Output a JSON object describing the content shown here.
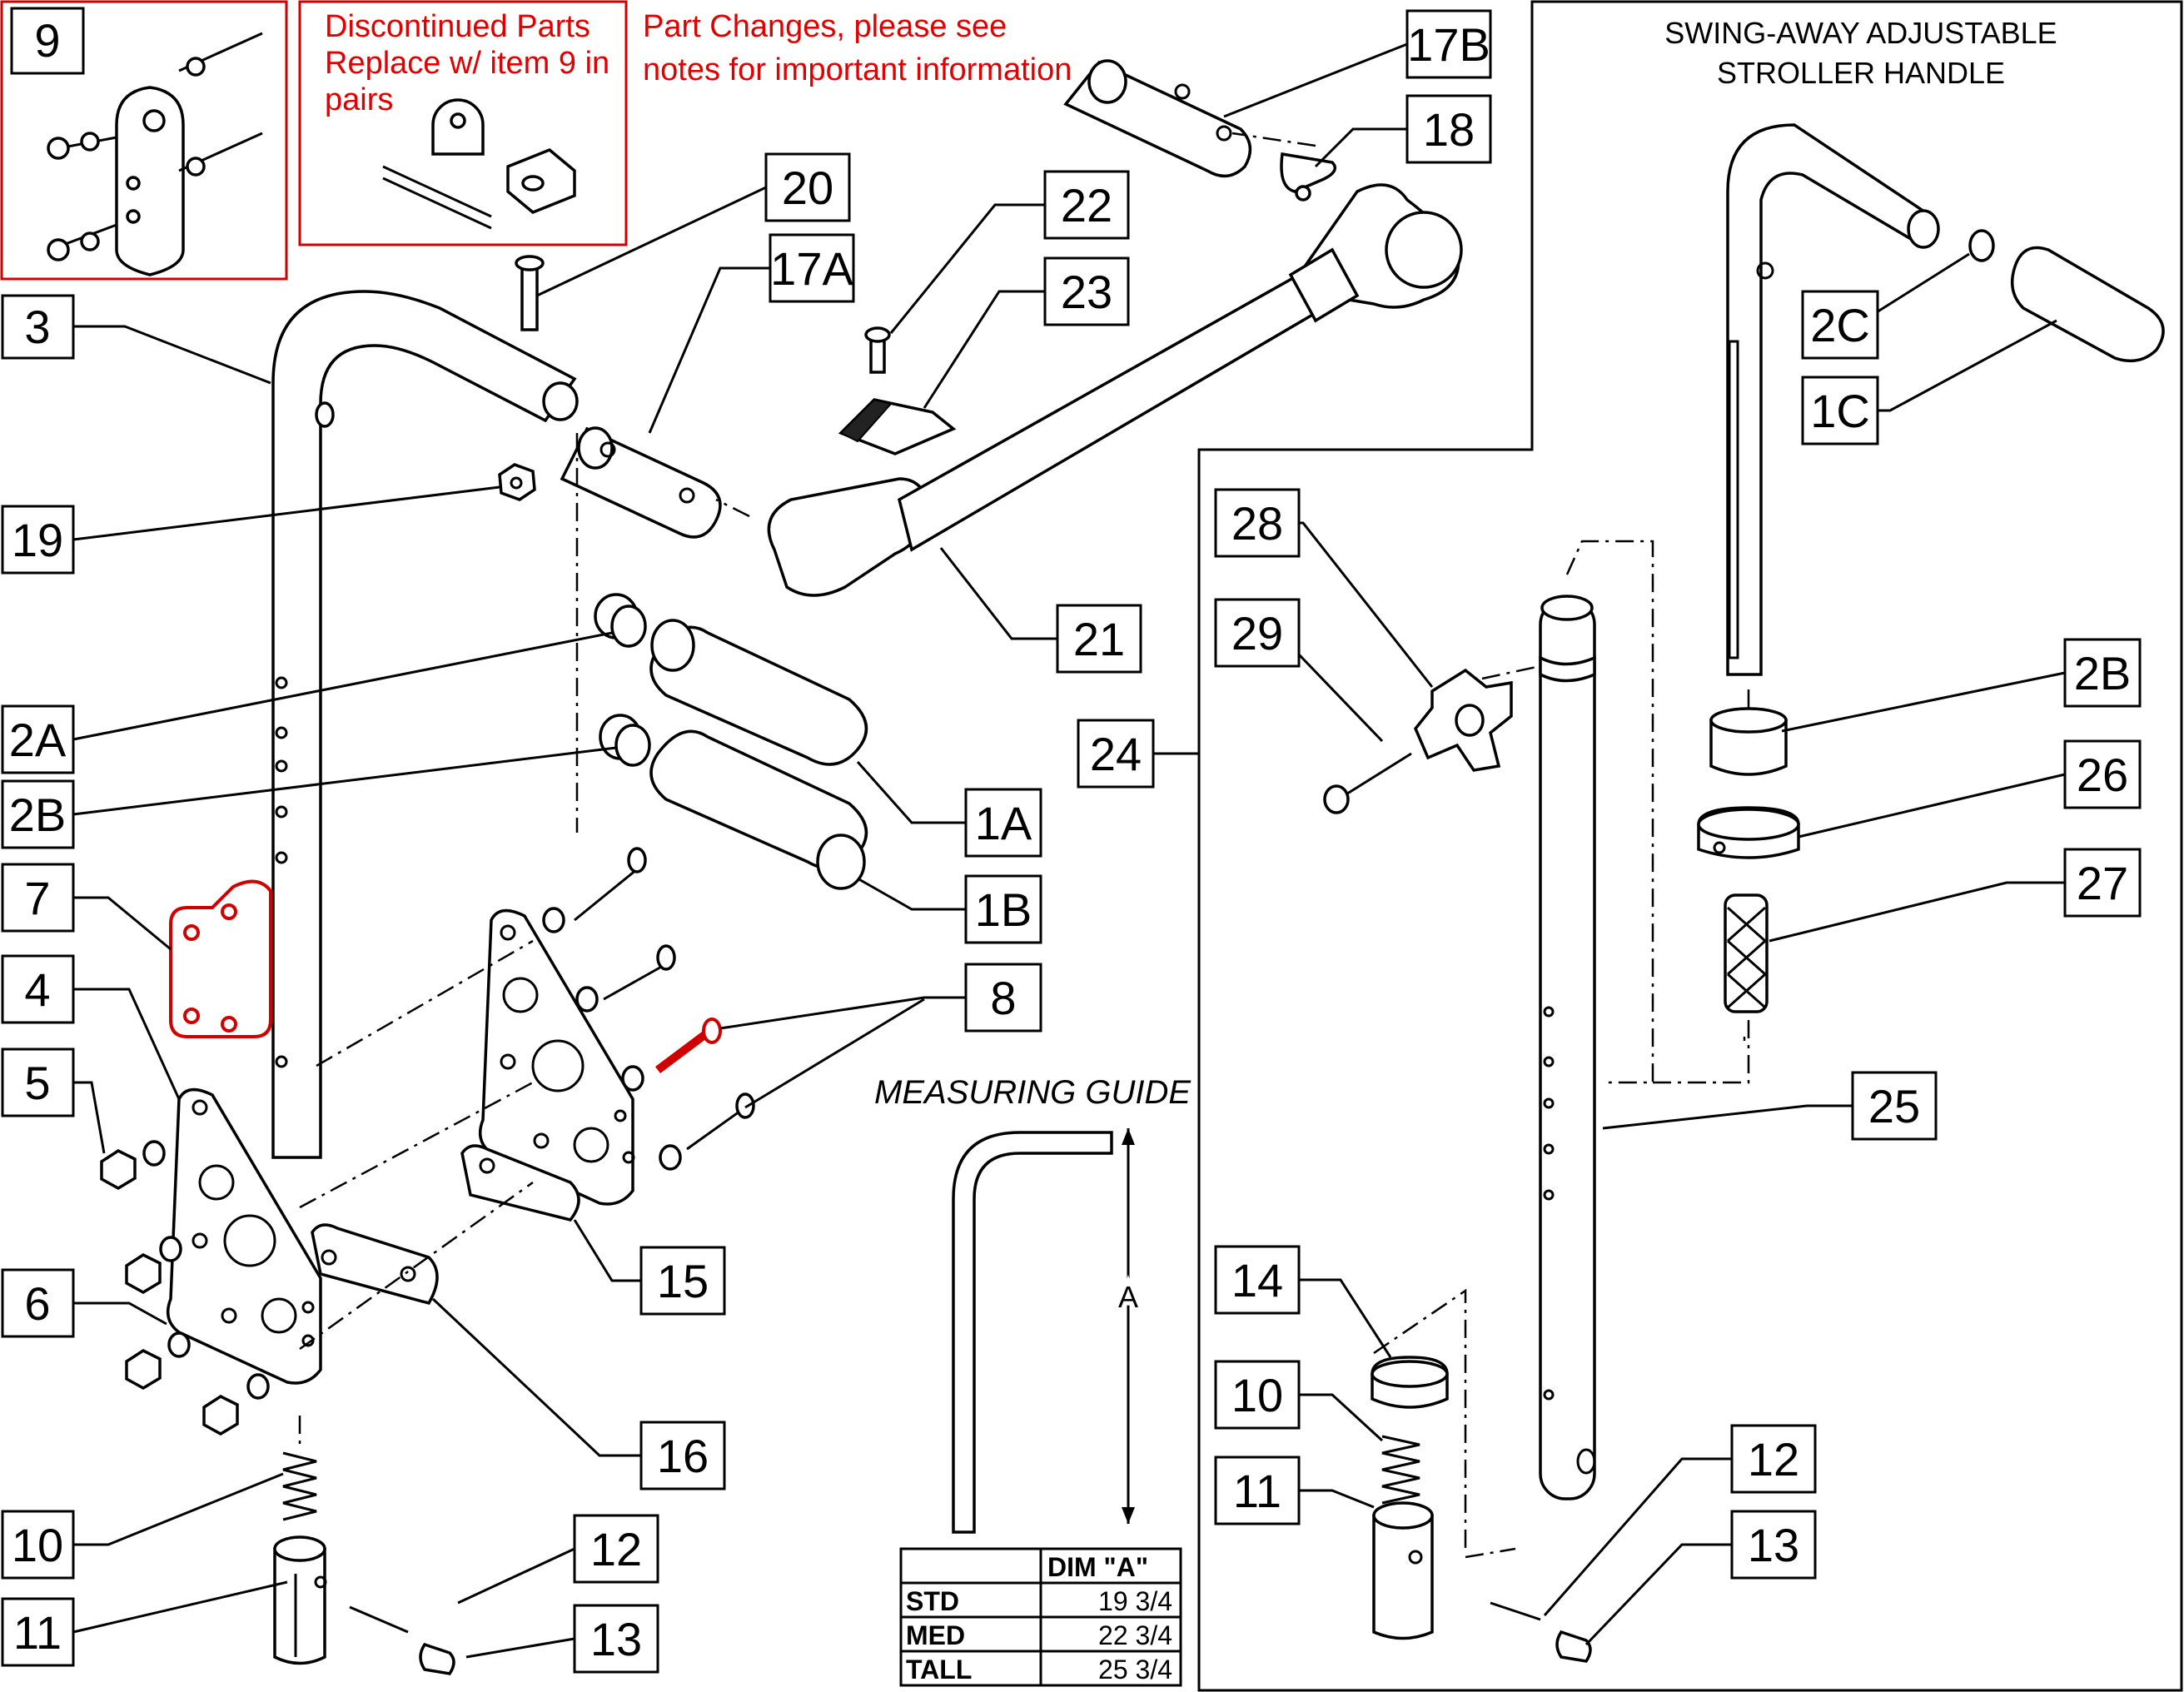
{
  "notes": {
    "discontinued_line1": "Discontinued Parts",
    "discontinued_line2": "Replace w/ item 9 in",
    "discontinued_line3": "pairs",
    "part_changes_line1": "Part Changes, please see",
    "part_changes_line2": "notes for important information"
  },
  "stroller_title": {
    "line1": "SWING-AWAY ADJUSTABLE",
    "line2": "STROLLER HANDLE"
  },
  "callouts": {
    "c9": "9",
    "c3": "3",
    "c19": "19",
    "c2A": "2A",
    "c2B_left": "2B",
    "c7": "7",
    "c4": "4",
    "c5": "5",
    "c6": "6",
    "c10_left": "10",
    "c11_left": "11",
    "c20": "20",
    "c17A": "17A",
    "c22": "22",
    "c23": "23",
    "c21": "21",
    "c17B": "17B",
    "c18": "18",
    "c1A": "1A",
    "c1B": "1B",
    "c8": "8",
    "c15": "15",
    "c16": "16",
    "c12_left": "12",
    "c13_left": "13",
    "c28": "28",
    "c29": "29",
    "c24": "24",
    "c25": "25",
    "c14": "14",
    "c10_right": "10",
    "c11_right": "11",
    "c12_right": "12",
    "c13_right": "13",
    "c2C": "2C",
    "c1C": "1C",
    "c2B_right": "2B",
    "c26": "26",
    "c27": "27"
  },
  "measuring_guide": {
    "title": "MEASURING GUIDE",
    "dim_label": "A",
    "table": {
      "header": "DIM \"A\"",
      "rows": [
        {
          "size": "STD",
          "value": "19 3/4"
        },
        {
          "size": "MED",
          "value": "22 3/4"
        },
        {
          "size": "TALL",
          "value": "25 3/4"
        }
      ]
    }
  }
}
